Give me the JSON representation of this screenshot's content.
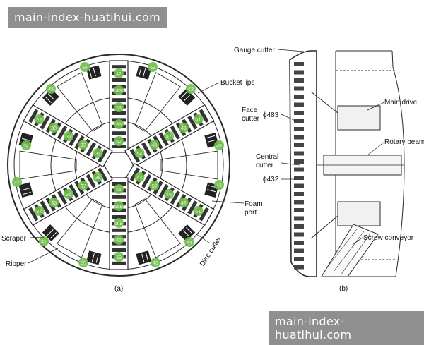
{
  "watermark": {
    "text_top": "main-index-huatihui.com",
    "text_bottom": "main-index-huatihui.com"
  },
  "panel_a": {
    "caption": "(a)",
    "labels": {
      "bucket_lips": "Bucket lips",
      "foam_port": "Foam\nport",
      "scraper": "Scraper",
      "ripper": "Ripper",
      "disc_cutter": "Disc cutter"
    },
    "cutter_numbers": [
      "52",
      "56",
      "53",
      "45",
      "42",
      "54",
      "49",
      "47",
      "43",
      "41",
      "44",
      "50",
      "46",
      "48",
      "51",
      "55",
      "55B",
      "56B",
      "40",
      "39",
      "38",
      "37",
      "36",
      "35",
      "34",
      "33",
      "32",
      "31",
      "30"
    ]
  },
  "panel_b": {
    "caption": "(b)",
    "labels": {
      "gauge_cutter": "Gauge cutter",
      "face_cutter": "Face\ncutter",
      "dia_483": "ϕ483",
      "central_cutter": "Central\ncutter",
      "dia_432": "ϕ432",
      "main_drive": "Main drive",
      "rotary_beam": "Rotary beam",
      "screw_conveyor": "Screw conveyor"
    }
  },
  "colors": {
    "line": "#2a2a2a",
    "green": "#6fbf4a",
    "green_text": "#e8e8e8",
    "watermark_bg": "#8f8f8f"
  }
}
